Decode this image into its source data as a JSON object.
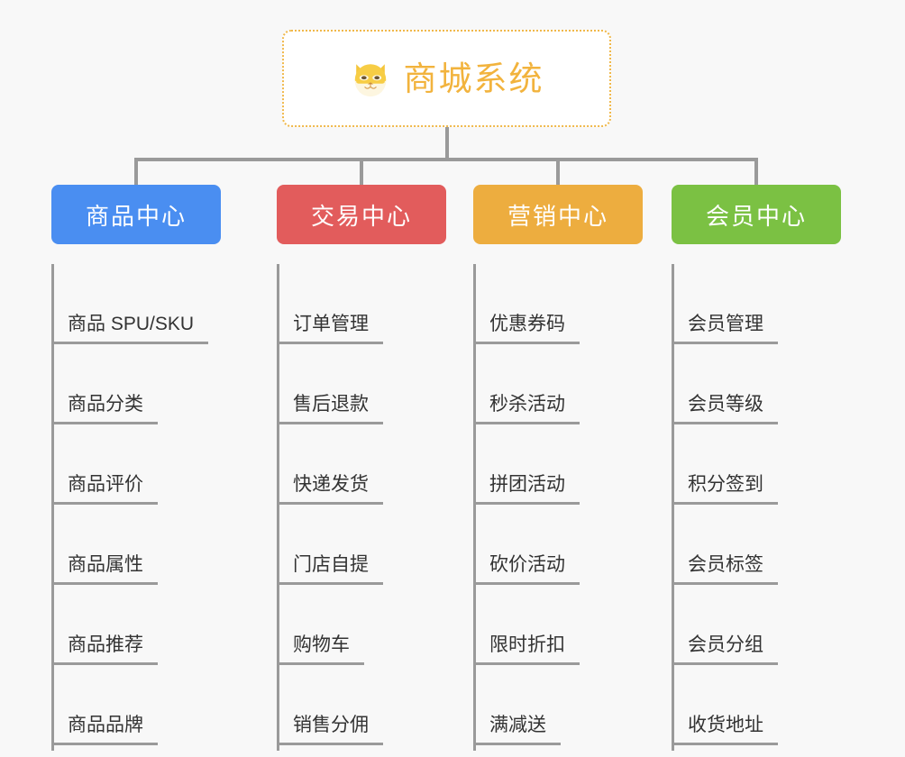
{
  "diagram": {
    "root": {
      "title": "商城系统",
      "icon": "dog-face-icon",
      "border_color": "#f0b84a",
      "text_color": "#f2b33d",
      "background": "#ffffff"
    },
    "canvas_background": "#f8f8f8",
    "connector_color": "#9a9a9a",
    "leaf_text_color": "#333333",
    "columns": [
      {
        "title": "商品中心",
        "color": "#4a8ef1",
        "items": [
          "商品 SPU/SKU",
          "商品分类",
          "商品评价",
          "商品属性",
          "商品推荐",
          "商品品牌"
        ]
      },
      {
        "title": "交易中心",
        "color": "#e25c5c",
        "items": [
          "订单管理",
          "售后退款",
          "快递发货",
          "门店自提",
          "购物车",
          "销售分佣"
        ]
      },
      {
        "title": "营销中心",
        "color": "#edad3f",
        "items": [
          "优惠券码",
          "秒杀活动",
          "拼团活动",
          "砍价活动",
          "限时折扣",
          "满减送"
        ]
      },
      {
        "title": "会员中心",
        "color": "#7bc143",
        "items": [
          "会员管理",
          "会员等级",
          "积分签到",
          "会员标签",
          "会员分组",
          "收货地址"
        ]
      }
    ]
  }
}
